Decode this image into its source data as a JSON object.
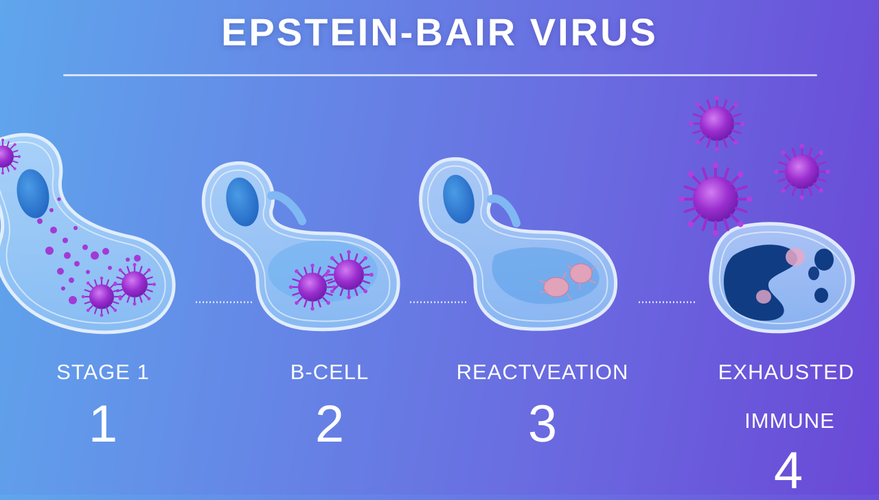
{
  "title": "EPSTEIN-BAIR VIRUS",
  "stages": [
    {
      "label": "STAGE 1",
      "number": "1"
    },
    {
      "label": "B-CELL",
      "number": "2"
    },
    {
      "label": "REACTVEATION",
      "number": "3"
    },
    {
      "label": "EXHAUSTED",
      "sublabel": "IMMUNE",
      "number": "4"
    }
  ],
  "colors": {
    "background_left": "#5fa6ec",
    "background_right": "#6a48d6",
    "cell_membrane": "#dfeeff",
    "nucleus": "#2f7fd6",
    "virus": "#9b2ecf",
    "dark_nucleus": "#103c84"
  }
}
